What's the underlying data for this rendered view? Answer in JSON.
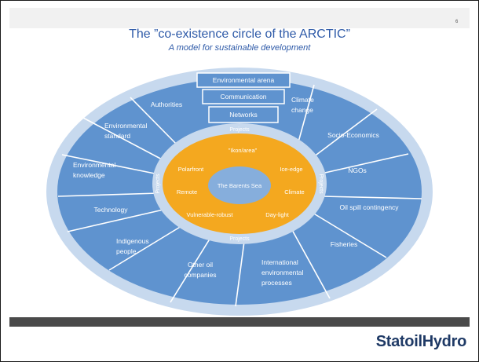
{
  "slide": {
    "page_number": "6",
    "title": "The ”co-existence circle of the ARCTIC”",
    "subtitle": "A model for sustainable development",
    "logo": "StatoilHydro"
  },
  "colors": {
    "title": "#2e5aa8",
    "outer_ring": "#c7d9ee",
    "segment": "#5f93cf",
    "segment_line": "#ffffff",
    "core": "#f4a81f",
    "center": "#86aedc",
    "logo": "#1f3a66"
  },
  "diagram": {
    "top_boxes": [
      "Environmental arena",
      "Communication",
      "Networks"
    ],
    "segments": [
      [
        "Authorities"
      ],
      [
        "Environmental",
        "standard"
      ],
      [
        "Environmental",
        "knowledge"
      ],
      [
        "Technology"
      ],
      [
        "Indigenous",
        "people"
      ],
      [
        "Other oil",
        "companies"
      ],
      [
        "International",
        "environmental",
        "processes"
      ],
      [
        "Fisheries"
      ],
      [
        "Oil spill contingency"
      ],
      [
        "NGOs"
      ],
      [
        "Socio-Economics"
      ],
      [
        "Climate",
        "change"
      ]
    ],
    "projects_label": "Projects",
    "core_items": [
      "”Ikon/area”",
      "Polarfront",
      "Ice-edge",
      "Remote",
      "Climate",
      "Vulnerable-robust",
      "Day-light"
    ],
    "center_label": "The Barents Sea"
  }
}
